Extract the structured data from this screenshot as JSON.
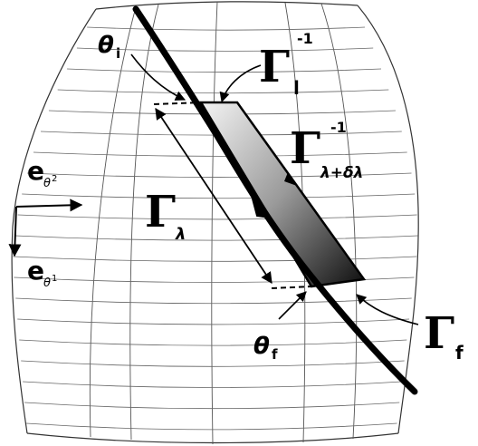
{
  "labels": {
    "theta_i": {
      "main": "θ",
      "sub": "i"
    },
    "theta_f": {
      "main": "θ",
      "sub": "f"
    },
    "gamma_l_inv": {
      "main": "Γ",
      "sub": "l",
      "sup": "-1"
    },
    "gamma_ldl_inv": {
      "main": "Γ",
      "sub": "λ+δλ",
      "sup": "-1"
    },
    "gamma_lambda": {
      "main": "Γ",
      "sub": "λ"
    },
    "gamma_f": {
      "main": "Γ",
      "sub": "f"
    },
    "e_theta2": {
      "main": "e",
      "sub": "θ",
      "sup": "2"
    },
    "e_theta1": {
      "main": "e",
      "sub": "θ",
      "sup": "1"
    }
  },
  "colors": {
    "line": "#000000",
    "grid": "#555555",
    "shade_light": "#f2f2f2",
    "shade_dark": "#111111"
  }
}
